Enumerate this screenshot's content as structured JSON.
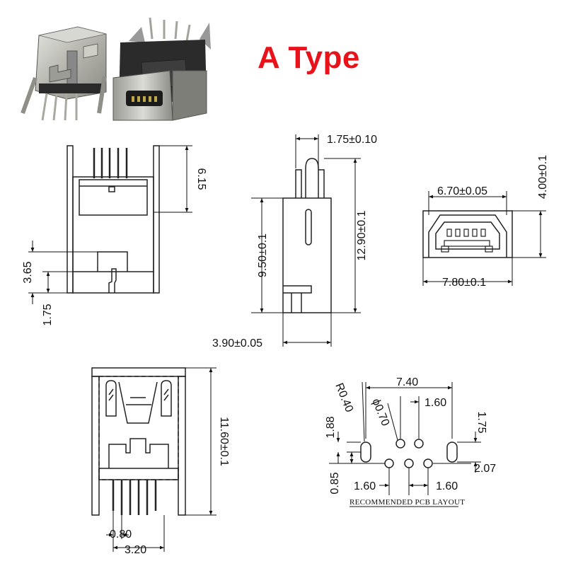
{
  "title": "A Type",
  "photos": [
    "connector-photo-front",
    "connector-photo-back"
  ],
  "side_view": {
    "dim_height": "6.15",
    "dim_lower": "3.65",
    "dim_pin": "1.75"
  },
  "profile_view": {
    "dim_pin_width": "1.75±0.10",
    "dim_body_height": "9.50±0.1",
    "dim_total_height": "12.90±0.1",
    "dim_depth": "3.90±0.05"
  },
  "front_view": {
    "dim_opening_width": "6.70±0.05",
    "dim_height": "4.00±0.1",
    "dim_outer_width": "7.80±0.1"
  },
  "top_view": {
    "dim_height": "11.60±0.1",
    "dim_pin_width": "0.80",
    "dim_pin_pitch": "3.20"
  },
  "pcb_layout": {
    "caption": "RECOMMENDED PCB LAYOUT",
    "dim_span": "7.40",
    "dim_pitch_top": "1.60",
    "dim_slot_height": "1.75",
    "dim_radius": "R0.40",
    "dim_hole": "ϕ0.70",
    "dim_left_height": "1.88",
    "dim_offset": "0.85",
    "dim_pitch_left": "1.60",
    "dim_pitch_right": "1.60",
    "dim_right": "2.07"
  }
}
